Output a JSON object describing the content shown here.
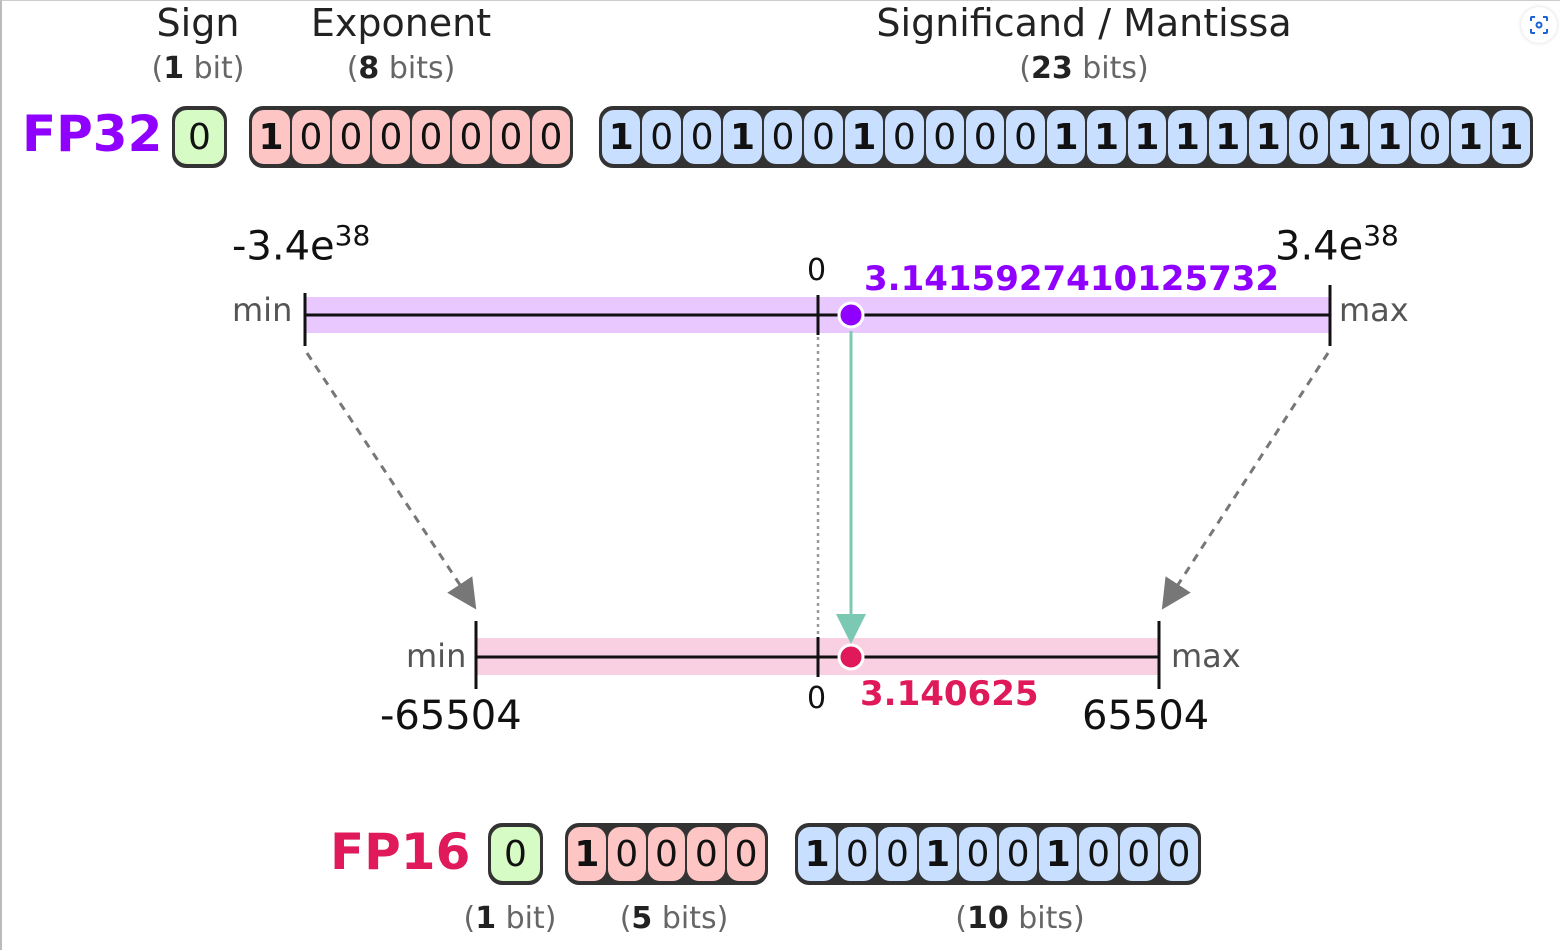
{
  "headers": {
    "sign": "Sign",
    "sign_bits_num": "1",
    "sign_bits_unit": " bit)",
    "exponent": "Exponent",
    "exp_bits_num": "8",
    "exp_bits_unit": " bits)",
    "mantissa": "Significand / Mantissa",
    "man_bits_num": "23",
    "man_bits_unit": " bits)"
  },
  "fp32": {
    "label": "FP32",
    "sign": [
      "0"
    ],
    "exponent": [
      "1",
      "0",
      "0",
      "0",
      "0",
      "0",
      "0",
      "0"
    ],
    "mantissa": [
      "1",
      "0",
      "0",
      "1",
      "0",
      "0",
      "1",
      "0",
      "0",
      "0",
      "0",
      "1",
      "1",
      "1",
      "1",
      "1",
      "1",
      "0",
      "1",
      "1",
      "0",
      "1",
      "1"
    ],
    "min_value": "-3.4e",
    "min_exp": "38",
    "max_value": "3.4e",
    "max_exp": "38",
    "value": "3.1415927410125732",
    "color": "#8f00ff"
  },
  "fp16": {
    "label": "FP16",
    "sign": [
      "0"
    ],
    "exponent": [
      "1",
      "0",
      "0",
      "0",
      "0"
    ],
    "mantissa": [
      "1",
      "0",
      "0",
      "1",
      "0",
      "0",
      "1",
      "0",
      "0",
      "0"
    ],
    "min_value": "-65504",
    "max_value": "65504",
    "value": "3.140625",
    "color": "#e0195a",
    "sign_bits_num": "1",
    "sign_bits_unit": " bit)",
    "exp_bits_num": "5",
    "exp_bits_unit": " bits)",
    "man_bits_num": "10",
    "man_bits_unit": " bits)"
  },
  "axis": {
    "min": "min",
    "max": "max",
    "zero": "0",
    "open_paren": "("
  },
  "icons": {
    "focus": "focus-scan-icon"
  }
}
